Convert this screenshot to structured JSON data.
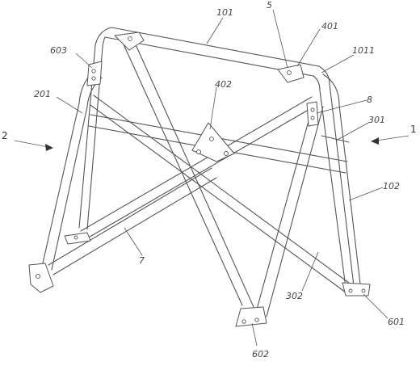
{
  "figure": {
    "view_markers": [
      "2",
      "1"
    ],
    "reference_numerals": {
      "main_hoop_top": "101",
      "main_hoop_side": "102",
      "top_bracket": "5",
      "gusset_right": "401",
      "gusset_joint": "1011",
      "tube_8": "8",
      "gusset_left": "603",
      "front_hoop": "201",
      "center_gusset": "402",
      "cross_tube_301": "301",
      "cross_tube_302": "302",
      "diagonal_tube": "7",
      "foot_plate_right": "601",
      "foot_plate_front": "602"
    }
  }
}
